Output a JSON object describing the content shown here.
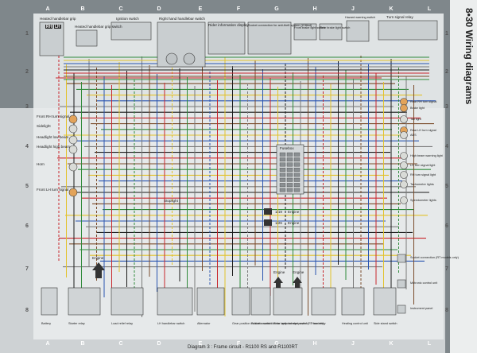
{
  "page": {
    "side_title": "8•30  Wiring diagrams",
    "caption": "Diagram 3 : Frame circuit - R1100 RS and R1100RT"
  },
  "columns": [
    "A",
    "B",
    "C",
    "D",
    "E",
    "F",
    "G",
    "H",
    "J",
    "K",
    "L"
  ],
  "rows": [
    "1",
    "2",
    "3",
    "4",
    "5",
    "6",
    "7",
    "8"
  ],
  "top_components": [
    "Heated handlebar grip",
    "Heated handlebar grip switch",
    "Ignition switch",
    "Right hand handlebar switch",
    "Rider information display",
    "Socket connection for anti-theft system (if fitted)",
    "Front brake light switch",
    "Rear brake light switch",
    "Hazard warning switch",
    "Turn signal relay"
  ],
  "grip_labels": [
    "RH",
    "LH"
  ],
  "left_components": [
    "Front RH turn signal",
    "Sidelight",
    "Headlight low beam",
    "Headlight high beam",
    "Horn",
    "Front LH turn signal"
  ],
  "right_components": [
    "Rear RH turn signal",
    "Brake light",
    "Tail light",
    "Rear LH turn signal",
    "ABS",
    "High beam warning light",
    "LH turn signal light",
    "RH turn signal light",
    "Tachometer lights",
    "Speedometer lights",
    "Socket connection (RT models only)",
    "Motronic control unit",
    "Instrument panel"
  ],
  "bottom_components": [
    "Battery",
    "Starter relay",
    "Load relief relay",
    "LH handlebar switch",
    "Alternator",
    "Gear position indicator switch",
    "Socket connection for optional equipment (RT models)",
    "Rear lamp breaker switch",
    "Horn relay",
    "Heating control unit",
    "Side stand switch"
  ],
  "center_labels": {
    "fuse_box": "Fusebox",
    "engine_top": "Engine",
    "engine_1": "Engine",
    "engine_2": "Engine",
    "engine_3": "Engine",
    "engine_4": "Engine",
    "stoplight": "Stoplight",
    "fuse_1": "1/19",
    "fuse_2": "1/26"
  },
  "colors": {
    "header_band": "#8f979b",
    "panel": "#dfe3e4",
    "wire_red": "#c8262c",
    "wire_brown": "#7a4b2a",
    "wire_green": "#2f8a3a",
    "wire_yellow": "#e2c22b",
    "wire_blue": "#2a55b0",
    "wire_grey": "#7a7a7a",
    "wire_black": "#1a1a1a"
  }
}
